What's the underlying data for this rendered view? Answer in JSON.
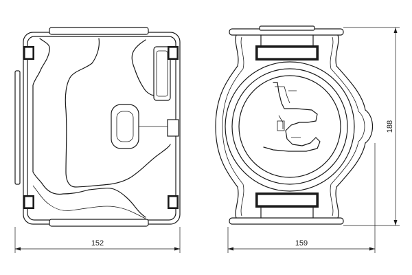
{
  "dimensions": {
    "left_view_width": "152",
    "right_view_width": "159",
    "right_view_height": "188"
  }
}
